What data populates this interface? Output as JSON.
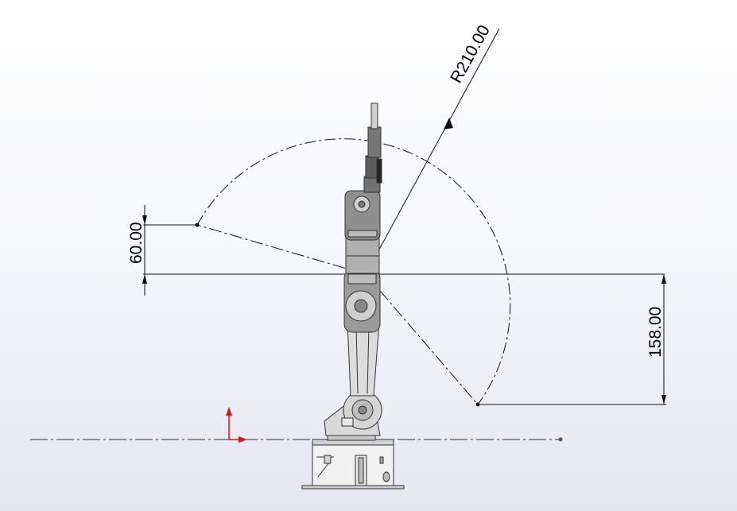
{
  "dimensions": {
    "radius_label": "R210.00",
    "upper_offset_label": "60.00",
    "lower_offset_label": "158.00"
  },
  "colors": {
    "line": "#111111",
    "robot_fill": "#d9d9d9",
    "robot_dark": "#555555",
    "axis_y": "#e01010",
    "axis_x": "#e01010"
  },
  "icons": {
    "origin_triad": "xy-axis-triad-icon"
  }
}
